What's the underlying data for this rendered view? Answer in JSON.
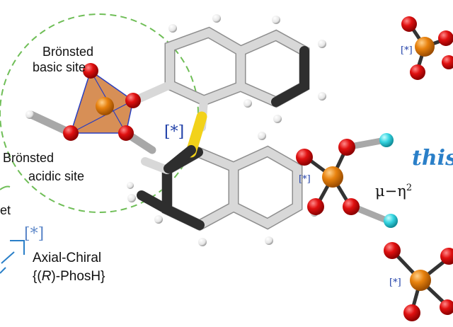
{
  "labels": {
    "bronsted_basic_line1": "Brönsted",
    "bronsted_basic_line2": "basic site",
    "bronsted_acidic_line1": "Brönsted",
    "bronsted_acidic_line2": "acidic site",
    "axial_chiral_line1": "Axial-Chiral",
    "axial_chiral_open": "{(",
    "axial_chiral_r": "R",
    "axial_chiral_close": ")-PhosH}",
    "partial_left": "et",
    "partial_this": "this",
    "mu_eta_base": "μ−η",
    "mu_eta_exp": "2"
  },
  "tags": {
    "main_star": "[*]",
    "left_star": "[*]",
    "top_right_star": "[*]",
    "mid_right_star": "[*]",
    "bottom_right_star": "[*]"
  },
  "colors": {
    "oxygen": "#e01010",
    "phosphorus": "#e8820e",
    "hydrogen_blue": "#34d4e0",
    "carbon_light": "#d0d0d0",
    "carbon_dark": "#2e2e2e",
    "highlight_bond": "#f2d21a",
    "circle": "#6fbe57",
    "tetrahedron": "#c96a1d"
  }
}
